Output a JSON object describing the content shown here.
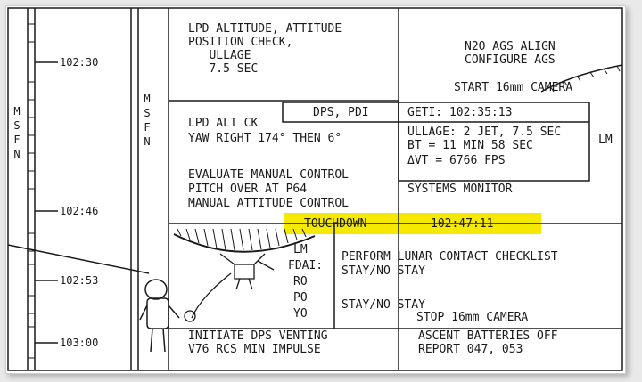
{
  "timeline": {
    "msfn_left": "MSFN",
    "msfn_right": "MSFN",
    "times": [
      "102:30",
      "102:46",
      "102:53",
      "103:00"
    ]
  },
  "cells": {
    "lpd_altitude": [
      "LPD ALTITUDE, ATTITUDE",
      "POSITION CHECK,",
      "   ULLAGE",
      "   7.5 SEC"
    ],
    "n2o": [
      "N2O AGS ALIGN",
      "CONFIGURE AGS"
    ],
    "start_camera": "START 16mm CAMERA",
    "dps_pdi": "DPS, PDI",
    "geti": "GETI: 102:35:13",
    "lpd_alt_ck": [
      "LPD ALT CK",
      "YAW RIGHT 174° THEN 6°"
    ],
    "ullage_block": [
      "ULLAGE: 2 JET, 7.5 SEC",
      "BT = 11 MIN 58 SEC",
      "ΔVT = 6766 FPS"
    ],
    "lm": "LM",
    "evaluate": [
      "EVALUATE MANUAL CONTROL",
      "PITCH OVER AT P64",
      "MANUAL ATTITUDE CONTROL"
    ],
    "systems_monitor": "SYSTEMS MONITOR",
    "touchdown_label": "TOUCHDOWN",
    "touchdown_time": "102:47:11",
    "fdai": [
      "LM",
      "FDAI:",
      "RO",
      "PO",
      "YO"
    ],
    "perform": [
      "PERFORM LUNAR CONTACT CHECKLIST",
      "STAY/NO STAY"
    ],
    "stay_no_stay": "STAY/NO STAY",
    "stop_camera": "STOP 16mm CAMERA",
    "initiate": [
      "INITIATE DPS VENTING",
      "V76 RCS MIN IMPULSE"
    ],
    "ascent": [
      "ASCENT BATTERIES OFF",
      "REPORT 047, 053"
    ]
  },
  "colors": {
    "highlight": "#f5e900",
    "ink": "#1a1a1a"
  }
}
